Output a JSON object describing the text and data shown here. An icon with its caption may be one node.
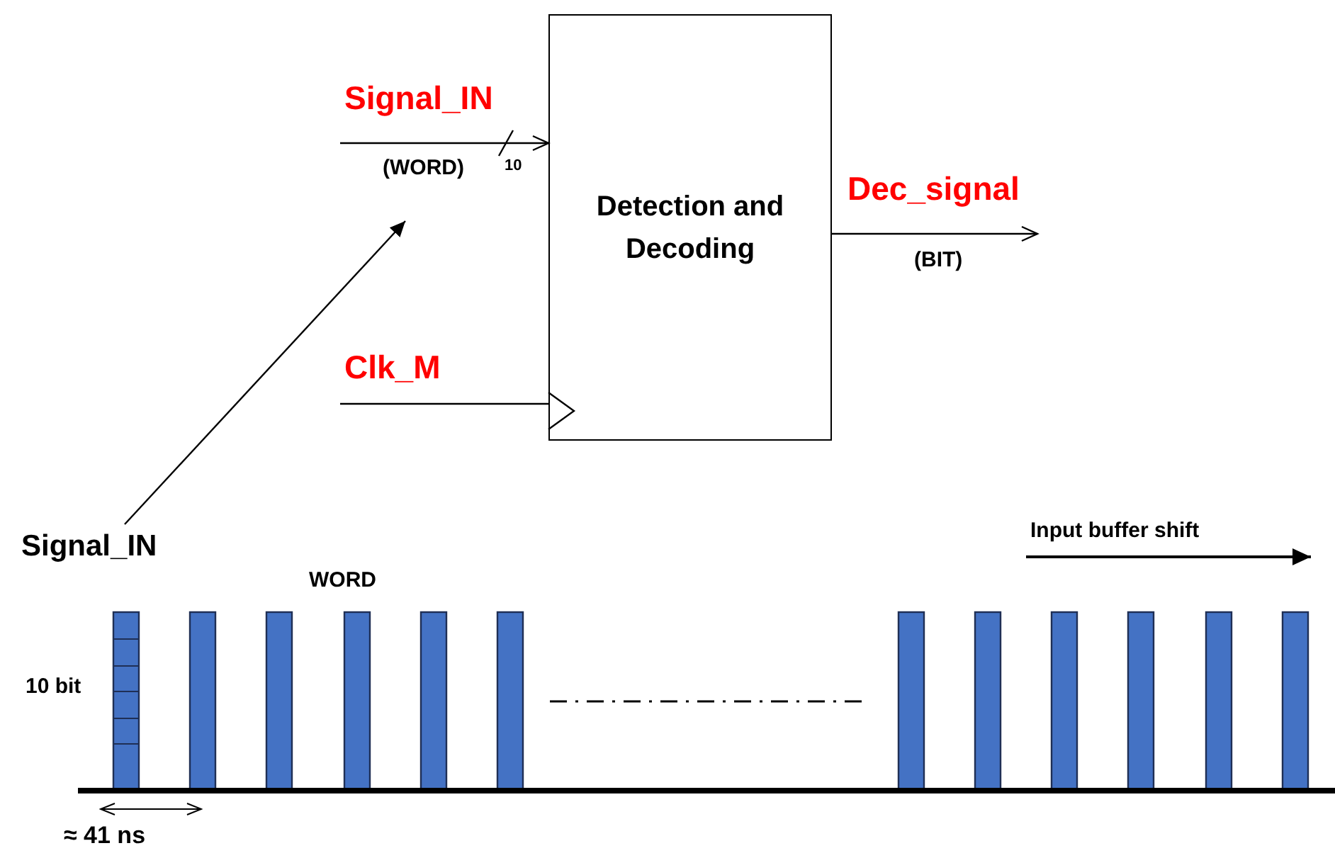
{
  "diagram": {
    "nodes": [
      {
        "text": [
          "Detection and Decoding"
        ]
      },
      {
        "text": [
          "Signal_IN"
        ]
      }
    ],
    "edges": [
      {
        "from": null,
        "to": 0,
        "arrow": "to"
      },
      {
        "from": null,
        "to": 0,
        "arrow": "none"
      },
      {
        "from": 0,
        "to": null,
        "arrow": "to"
      },
      {
        "from": 1,
        "to": null,
        "arrow": "to"
      }
    ],
    "labels": [
      "Signal_IN",
      "(WORD)",
      "10",
      "Dec_signal",
      "(BIT)",
      "Clk_M",
      "Input buffer shift",
      "WORD",
      "10 bit",
      "≈ 41 ns"
    ]
  }
}
